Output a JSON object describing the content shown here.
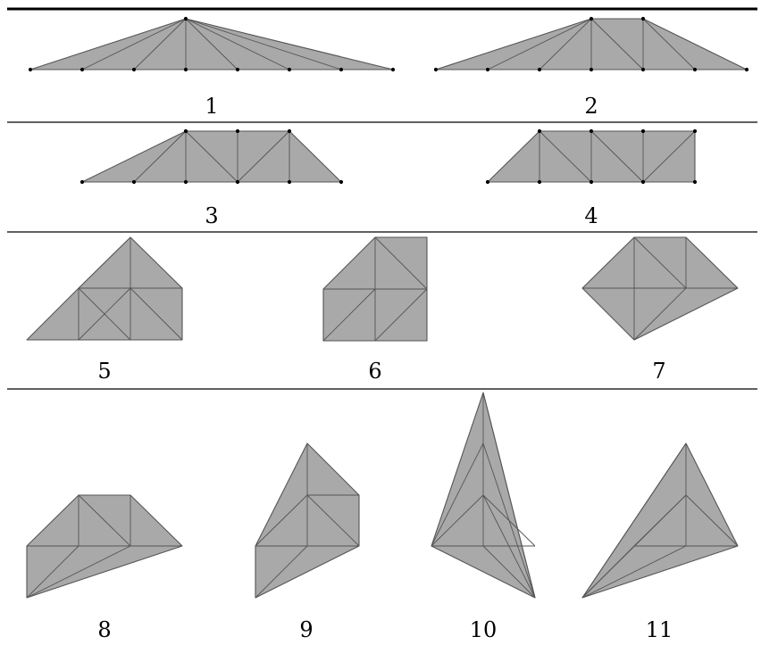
{
  "colors": {
    "fill": "#a9a9a9",
    "edge": "#555555",
    "rule": "#000000",
    "vertex": "#000000"
  },
  "figures": [
    {
      "label": "1"
    },
    {
      "label": "2"
    },
    {
      "label": "3"
    },
    {
      "label": "4"
    },
    {
      "label": "5"
    },
    {
      "label": "6"
    },
    {
      "label": "7"
    },
    {
      "label": "8"
    },
    {
      "label": "9"
    },
    {
      "label": "10"
    },
    {
      "label": "11"
    }
  ]
}
